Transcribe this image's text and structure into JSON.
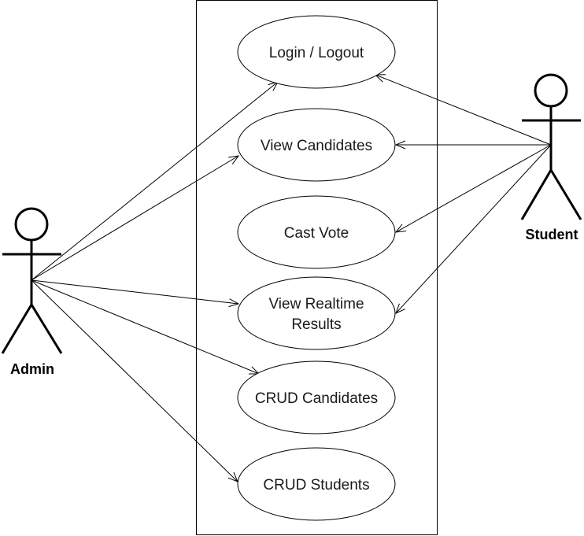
{
  "diagram": {
    "type": "use-case",
    "actors": [
      {
        "id": "admin",
        "label": "Admin"
      },
      {
        "id": "student",
        "label": "Student"
      }
    ],
    "use_cases": [
      {
        "id": "login",
        "lines": [
          "Login / Logout"
        ]
      },
      {
        "id": "view-candidates",
        "lines": [
          "View Candidates"
        ]
      },
      {
        "id": "cast-vote",
        "lines": [
          "Cast Vote"
        ]
      },
      {
        "id": "view-results",
        "lines": [
          "View Realtime",
          "Results"
        ]
      },
      {
        "id": "crud-candidates",
        "lines": [
          "CRUD Candidates"
        ]
      },
      {
        "id": "crud-students",
        "lines": [
          "CRUD Students"
        ]
      }
    ],
    "associations": [
      {
        "from": "admin",
        "to": "login"
      },
      {
        "from": "admin",
        "to": "view-candidates"
      },
      {
        "from": "admin",
        "to": "view-results"
      },
      {
        "from": "admin",
        "to": "crud-candidates"
      },
      {
        "from": "admin",
        "to": "crud-students"
      },
      {
        "from": "student",
        "to": "login"
      },
      {
        "from": "student",
        "to": "view-candidates"
      },
      {
        "from": "student",
        "to": "cast-vote"
      },
      {
        "from": "student",
        "to": "view-results"
      }
    ]
  }
}
